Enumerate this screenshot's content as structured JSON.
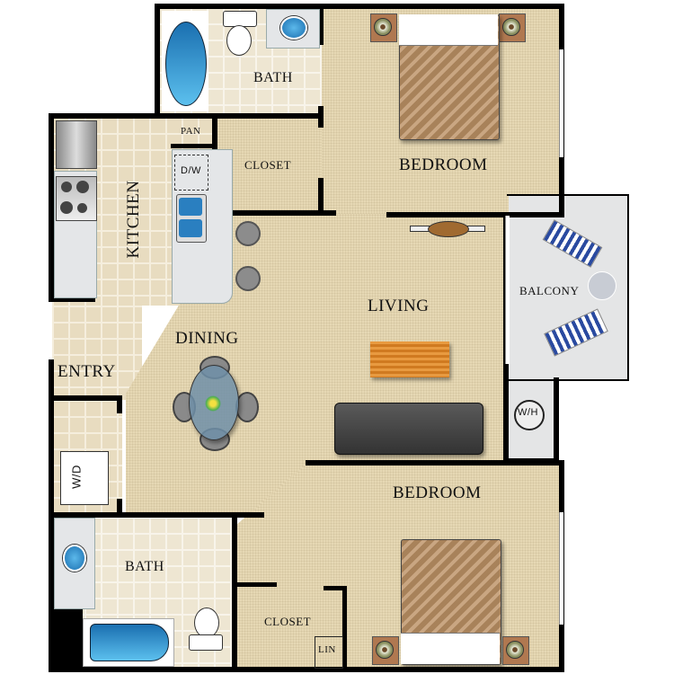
{
  "floorplan": {
    "rooms": {
      "bath_top": "BATH",
      "closet_top": "CLOSET",
      "bedroom_top": "BEDROOM",
      "pantry": "PAN",
      "kitchen": "KITCHEN",
      "dishwasher": "D/W",
      "living": "LIVING",
      "dining": "DINING",
      "entry": "ENTRY",
      "balcony": "BALCONY",
      "water_heater": "W/H",
      "washer_dryer": "W/D",
      "bedroom_bottom": "BEDROOM",
      "bath_bottom": "BATH",
      "closet_bottom": "CLOSET",
      "linen": "LIN"
    },
    "colors": {
      "wall": "#000000",
      "carpet": "#e6d8b4",
      "tile": "#e8dcc0",
      "balcony": "#e4e5e6",
      "water": "#2a7fc0",
      "bedspread": "#a8825a",
      "coffee_table": "#e08a30",
      "sofa": "#4a4a4a",
      "dining_table": "#6e8fa8"
    }
  }
}
